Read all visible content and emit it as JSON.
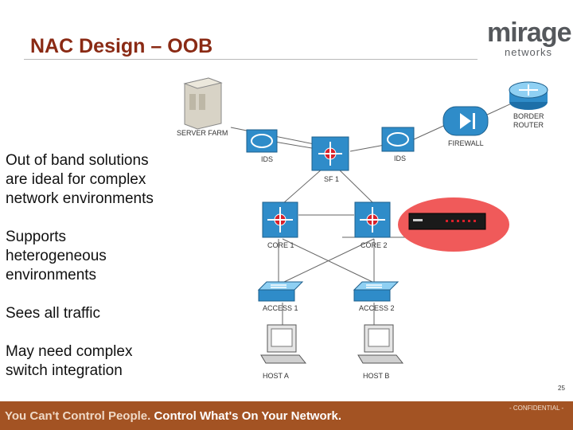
{
  "slide": {
    "title": "NAC Design – OOB",
    "page_number": "25",
    "confidential": "- CONFIDENTIAL -"
  },
  "logo": {
    "word": "mirage",
    "sub": "networks"
  },
  "bullets": [
    "Out of band solutions are ideal for complex network environments",
    "Supports heterogeneous environments",
    "Sees all traffic",
    "May need complex switch integration"
  ],
  "footer": {
    "tagline_a": "You Can't Control People.",
    "tagline_b": "Control What's On Your Network."
  },
  "diagram": {
    "labels": {
      "server_farm": "SERVER FARM",
      "ids_left": "IDS",
      "sf1": "SF 1",
      "ids_right": "IDS",
      "firewall": "FIREWALL",
      "border_router_1": "BORDER",
      "border_router_2": "ROUTER",
      "core1": "CORE 1",
      "core2": "CORE 2",
      "access1": "ACCESS 1",
      "access2": "ACCESS 2",
      "host_a": "HOST A",
      "host_b": "HOST B"
    },
    "colors": {
      "highlight": "#f05a5a",
      "device": "#2f8cc9",
      "device_top": "#8fd0f3",
      "star": "#d8202a"
    }
  }
}
